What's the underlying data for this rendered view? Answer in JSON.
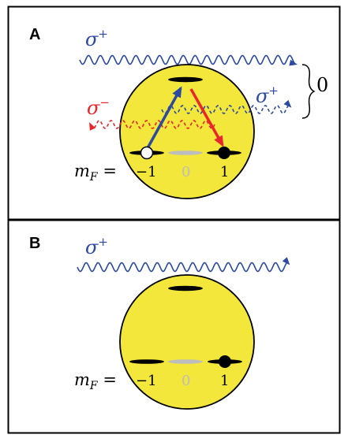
{
  "colors": {
    "blue": "#2b4aa0",
    "red": "#e8262b",
    "yellow": "#f2e73a",
    "gray": "#bdbdbd",
    "black": "#000000"
  },
  "panel_a": {
    "letter": "A",
    "sigma_plus_top": {
      "base": "σ",
      "sup": "+"
    },
    "sigma_plus_side": {
      "base": "σ",
      "sup": "+"
    },
    "sigma_minus": {
      "base": "σ",
      "sup": "−"
    },
    "brace_label": "0",
    "mf_label": {
      "base": "m",
      "sub": "F",
      "eq": " ="
    },
    "levels": [
      "−1",
      "0",
      "1"
    ]
  },
  "panel_b": {
    "letter": "B",
    "sigma_plus": {
      "base": "σ",
      "sup": "+"
    },
    "mf_label": {
      "base": "m",
      "sub": "F",
      "eq": " ="
    },
    "levels": [
      "−1",
      "0",
      "1"
    ]
  }
}
